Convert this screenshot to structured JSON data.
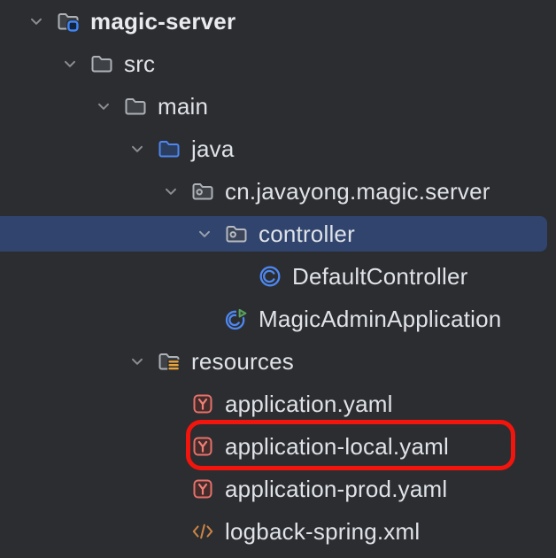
{
  "panel": {
    "name": "project-tree",
    "background_color": "#2b2d30",
    "text_color": "#dfe2e8",
    "selection_color": "#30446e"
  },
  "tree": {
    "items": [
      {
        "label": "magic-server",
        "level": 0,
        "icon": "project-folder-icon",
        "expanded": true,
        "bold": true,
        "selected": false
      },
      {
        "label": "src",
        "level": 1,
        "icon": "folder-icon",
        "expanded": true,
        "bold": false,
        "selected": false
      },
      {
        "label": "main",
        "level": 2,
        "icon": "folder-icon",
        "expanded": true,
        "bold": false,
        "selected": false
      },
      {
        "label": "java",
        "level": 3,
        "icon": "source-folder-icon",
        "expanded": true,
        "bold": false,
        "selected": false
      },
      {
        "label": "cn.javayong.magic.server",
        "level": 4,
        "icon": "package-icon",
        "expanded": true,
        "bold": false,
        "selected": false
      },
      {
        "label": "controller",
        "level": 5,
        "icon": "package-icon",
        "expanded": true,
        "bold": false,
        "selected": true
      },
      {
        "label": "DefaultController",
        "level": 6,
        "icon": "class-icon",
        "expanded": null,
        "bold": false,
        "selected": false
      },
      {
        "label": "MagicAdminApplication",
        "level": 5,
        "icon": "runnable-class-icon",
        "expanded": null,
        "bold": false,
        "selected": false
      },
      {
        "label": "resources",
        "level": 3,
        "icon": "resources-folder-icon",
        "expanded": true,
        "bold": false,
        "selected": false
      },
      {
        "label": "application.yaml",
        "level": 4,
        "icon": "yaml-file-icon",
        "expanded": null,
        "bold": false,
        "selected": false
      },
      {
        "label": "application-local.yaml",
        "level": 4,
        "icon": "yaml-file-icon",
        "expanded": null,
        "bold": false,
        "selected": false,
        "annotated": true
      },
      {
        "label": "application-prod.yaml",
        "level": 4,
        "icon": "yaml-file-icon",
        "expanded": null,
        "bold": false,
        "selected": false
      },
      {
        "label": "logback-spring.xml",
        "level": 4,
        "icon": "xml-file-icon",
        "expanded": null,
        "bold": false,
        "selected": false
      }
    ]
  },
  "annotation": {
    "type": "red-rounded-rectangle",
    "target_label": "application-local.yaml",
    "color": "#f2150d"
  },
  "icon_colors": {
    "folder_gray": "#aeb2b8",
    "accent_blue": "#4e87f0",
    "badge_blue": "#3f87f8",
    "yaml_red": "#e5726b",
    "xml_orange": "#cb8347",
    "resources_amber": "#e8a33d",
    "run_green": "#5aa05f",
    "chevron_gray": "#8a8e94"
  }
}
